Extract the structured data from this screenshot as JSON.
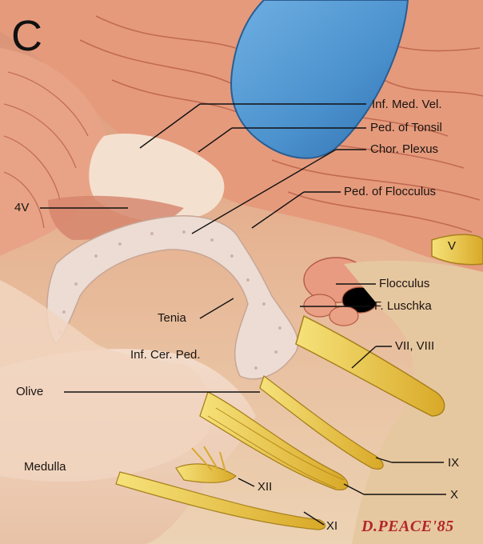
{
  "panel_letter": "C",
  "labels": {
    "inf_med_vel": "Inf. Med. Vel.",
    "ped_tonsil": "Ped. of Tonsil",
    "chor_plexus": "Chor. Plexus",
    "ped_flocculus": "Ped. of Flocculus",
    "fourth_ventricle": "4V",
    "v": "V",
    "flocculus": "Flocculus",
    "f_luschka": "F. Luschka",
    "tenia": "Tenia",
    "inf_cer_ped": "Inf. Cer. Ped.",
    "vii_viii": "VII, VIII",
    "olive": "Olive",
    "medulla": "Medulla",
    "ix": "IX",
    "x": "X",
    "xii": "XII",
    "xi": "XI"
  },
  "signature": "D.PEACE'85",
  "colors": {
    "background": "#e9c9a8",
    "cerebellum": "#e59a7c",
    "retractor": "#4f97d1",
    "nerve_yellow": "#f0d14a",
    "choroid_plexus": "#ecdcd3",
    "label_text": "#1a1410",
    "signature": "#b3262b"
  }
}
